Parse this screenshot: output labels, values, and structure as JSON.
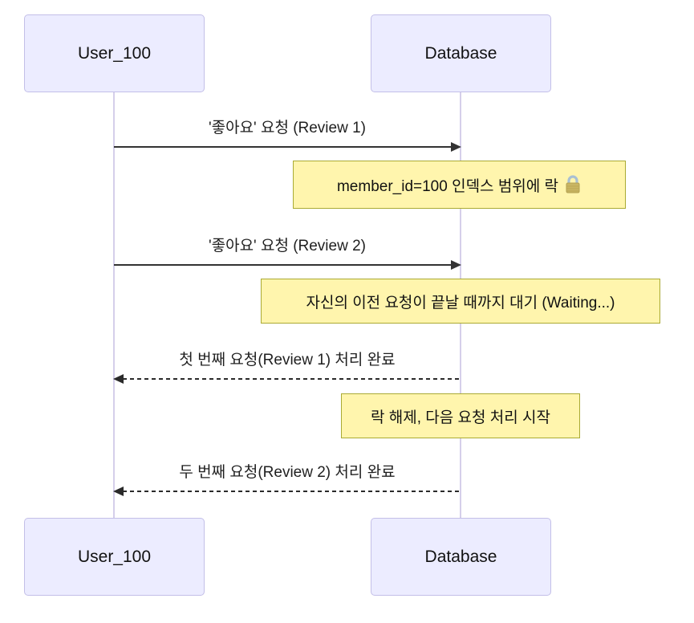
{
  "diagram": {
    "type": "sequence-diagram",
    "actors": {
      "left": {
        "label": "User_100"
      },
      "right": {
        "label": "Database"
      }
    },
    "messages": [
      {
        "label": "'좋아요' 요청 (Review 1)",
        "direction": "right",
        "line": "solid"
      },
      {
        "label": "'좋아요' 요청 (Review 2)",
        "direction": "right",
        "line": "solid"
      },
      {
        "label": "첫 번째 요청(Review 1) 처리 완료",
        "direction": "left",
        "line": "dashed"
      },
      {
        "label": "두 번째 요청(Review 2) 처리 완료",
        "direction": "left",
        "line": "dashed"
      }
    ],
    "notes": [
      {
        "text": "member_id=100 인덱스 범위에 락",
        "icon": "lock-icon"
      },
      {
        "text": "자신의 이전 요청이 끝날 때까지 대기 (Waiting...)"
      },
      {
        "text": "락 해제, 다음 요청 처리 시작"
      }
    ],
    "colors": {
      "actor_fill": "#ececff",
      "actor_border": "#c3bfe8",
      "lifeline": "#d5cfea",
      "note_fill": "#fff5ad",
      "note_border": "#aaaa33",
      "arrow": "#333333",
      "text": "#111111"
    }
  }
}
